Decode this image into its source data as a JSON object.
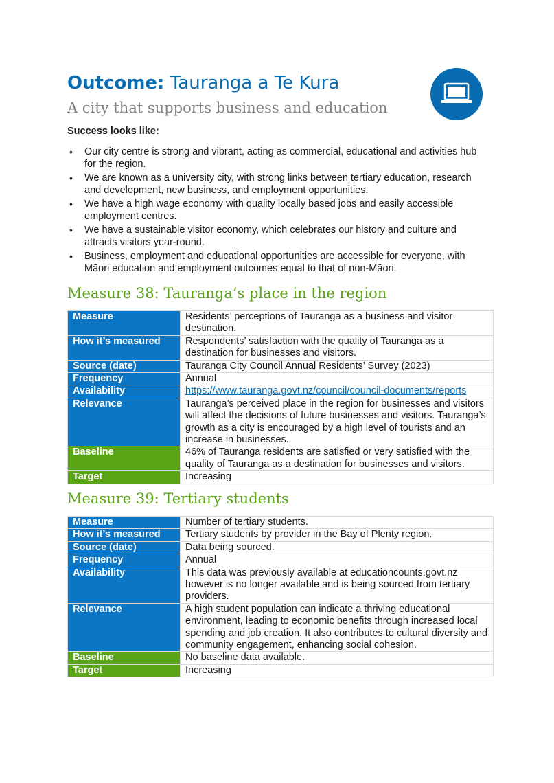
{
  "header": {
    "title_bold": "Outcome:",
    "title_rest": " Tauranga a Te Kura",
    "subtitle": "A city that supports business and education",
    "icon": "laptop-icon",
    "accent_color": "#0a6cb0"
  },
  "success": {
    "heading": "Success looks like:",
    "items": [
      "Our city centre is strong and vibrant, acting as commercial, educational and activities hub for the region.",
      "We are known as a university city, with strong links between tertiary education, research and development, new business, and employment opportunities.",
      "We have a high wage economy with quality locally based jobs and easily accessible employment centres.",
      "We have a sustainable visitor economy, which celebrates our history and culture and attracts visitors year-round.",
      "Business, employment and educational opportunities are accessible for everyone, with Māori education and employment outcomes equal to that of non-Māori."
    ]
  },
  "measure38": {
    "heading": "Measure 38: Tauranga’s place in the region",
    "rows": [
      {
        "label": "Measure",
        "value": "Residents’ perceptions of Tauranga as a business and visitor destination."
      },
      {
        "label": "How it’s measured",
        "value": "Respondents’ satisfaction with the quality of Tauranga as a destination for businesses and visitors."
      },
      {
        "label": "Source (date)",
        "value": "Tauranga City Council Annual Residents’ Survey (2023)"
      },
      {
        "label": "Frequency",
        "value": "Annual"
      },
      {
        "label": "Availability",
        "value": "https://www.tauranga.govt.nz/council/council-documents/reports"
      },
      {
        "label": "Relevance",
        "value": "Tauranga’s perceived place in the region for businesses and visitors will affect the decisions of future businesses and visitors. Tauranga’s growth as a city is encouraged by a high level of tourists and an increase in businesses."
      },
      {
        "label": "Baseline",
        "value": "46% of Tauranga residents are satisfied or very satisfied with the quality of Tauranga as a destination for businesses and visitors."
      },
      {
        "label": "Target",
        "value": "Increasing"
      }
    ]
  },
  "measure39": {
    "heading": "Measure 39: Tertiary students",
    "rows": [
      {
        "label": "Measure",
        "value": "Number of tertiary students."
      },
      {
        "label": "How it’s measured",
        "value": "Tertiary students by provider in the Bay of Plenty region."
      },
      {
        "label": "Source (date)",
        "value": "Data being sourced."
      },
      {
        "label": "Frequency",
        "value": "Annual"
      },
      {
        "label": "Availability",
        "value": "This data was previously available at educationcounts.govt.nz however is no longer available and is being sourced from tertiary providers."
      },
      {
        "label": "Relevance",
        "value": "A high student population can indicate a thriving educational environment, leading to economic benefits through increased local spending and job creation. It also contributes to cultural diversity and community engagement, enhancing social cohesion."
      },
      {
        "label": "Baseline",
        "value": "No baseline data available."
      },
      {
        "label": "Target",
        "value": "Increasing"
      }
    ]
  },
  "colors": {
    "label_blue": "#0a76c5",
    "label_green": "#5aa515",
    "heading_green": "#5aa515"
  }
}
